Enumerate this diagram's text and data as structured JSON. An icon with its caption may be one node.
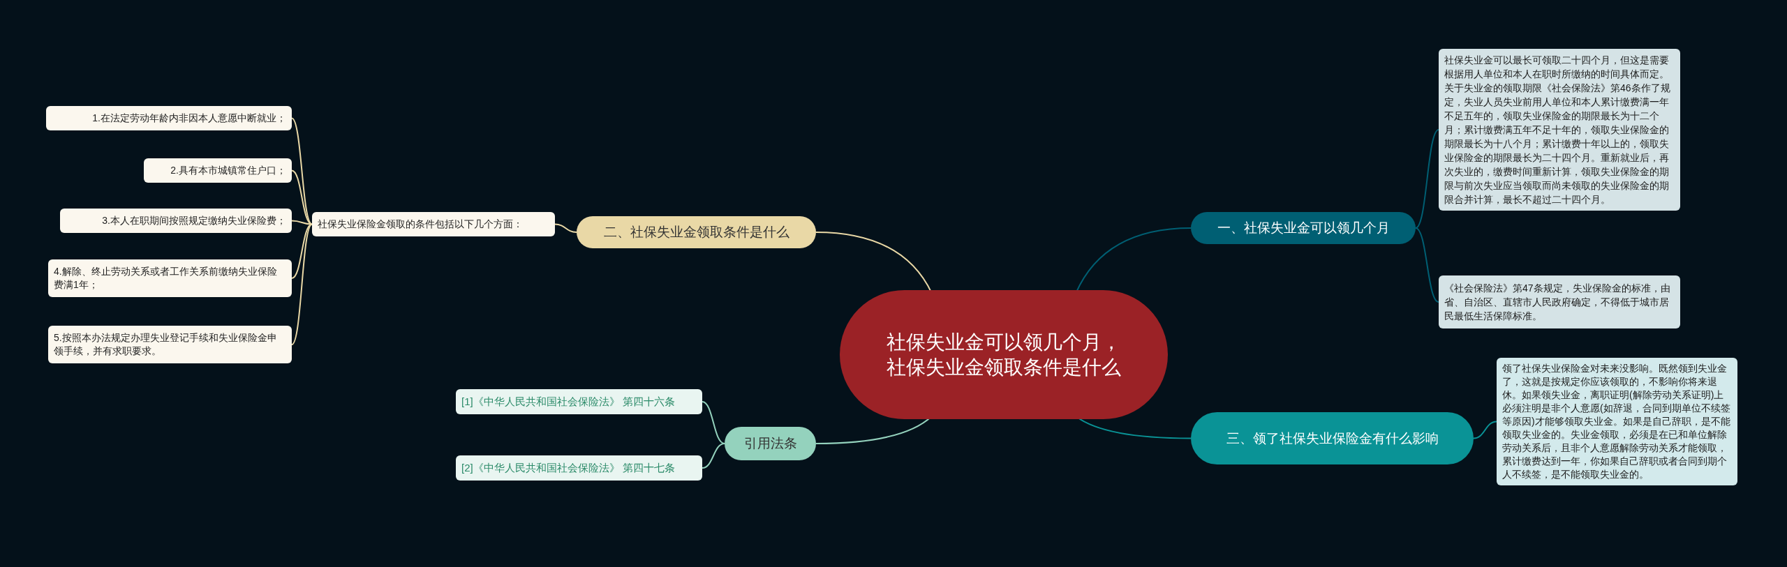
{
  "diagram": {
    "nodes": [
      {
        "text": [
          "社保失业金可以领几个月，社保失业金领取条件是什么"
        ]
      },
      {
        "text": [
          "一、社保失业金可以领几个月"
        ]
      },
      {
        "text": [
          "社保失业金可以最长可领取二十四个月，但这是需要根据用人单位和本人在职时所缴纳的时间具体而定。关于失业金的领取期限《社会保险法》第46条作了规定，失业人员失业前用人单位和本人累计缴费满一年不足五年的，领取失业保险金的期限最长为十二个月；累计缴费满五年不足十年的，领取失业保险金的期限最长为十八个月；累计缴费十年以上的，领取失业保险金的期限最长为二十四个月。重新就业后，再次失业的，缴费时间重新计算，领取失业保险金的期限与前次失业应当领取而尚未领取的失业保险金的期限合并计算，最长不超过二十四个月。"
        ]
      },
      {
        "text": [
          "《社会保险法》第47条规定，失业保险金的标准，由省、自治区、直辖市人民政府确定，不得低于城市居民最低生活保障标准。"
        ]
      },
      {
        "text": [
          "二、社保失业金领取条件是什么"
        ]
      },
      {
        "text": [
          "社保失业保险金领取的条件包括以下几个方面："
        ]
      },
      {
        "text": [
          "1.在法定劳动年龄内非因本人意愿中断就业；"
        ]
      },
      {
        "text": [
          "2.具有本市城镇常住户口；"
        ]
      },
      {
        "text": [
          "3.本人在职期间按照规定缴纳失业保险费；"
        ]
      },
      {
        "text": [
          "4.解除、终止劳动关系或者工作关系前缴纳失业保险费满1年；"
        ]
      },
      {
        "text": [
          "5.按照本办法规定办理失业登记手续和失业保险金申领手续，并有求职要求。"
        ]
      },
      {
        "text": [
          "三、领了社保失业保险金有什么影响"
        ]
      },
      {
        "text": [
          "领了社保失业保险金对未来没影响。既然领到失业金了，这就是按规定你应该领取的，不影响你将来退休。如果领失业金，离职证明(解除劳动关系证明)上必须注明是非个人意愿(如辞退，合同到期单位不续签等原因)才能够领取失业金。如果是自己辞职，是不能领取失业金的。失业金领取，必须是在已和单位解除劳动关系后，且非个人意愿解除劳动关系才能领取，累计缴费达到一年，你如果自己辞职或者合同到期个人不续签，是不能领取失业金的。"
        ]
      },
      {
        "text": [
          "引用法条"
        ]
      },
      {
        "text": [
          "[1]《中华人民共和国社会保险法》 第四十六条"
        ]
      },
      {
        "text": [
          "[2]《中华人民共和国社会保险法》 第四十七条"
        ]
      }
    ],
    "edges": [
      {
        "from": 0,
        "to": 1,
        "arrow": "none",
        "color": "#005f73"
      },
      {
        "from": 1,
        "to": 2,
        "arrow": "none",
        "color": "#005f73"
      },
      {
        "from": 1,
        "to": 3,
        "arrow": "none",
        "color": "#005f73"
      },
      {
        "from": 0,
        "to": 4,
        "arrow": "none",
        "color": "#e9d8a6"
      },
      {
        "from": 4,
        "to": 5,
        "arrow": "none",
        "color": "#e9d8a6"
      },
      {
        "from": 5,
        "to": 6,
        "arrow": "none",
        "color": "#e9d8a6"
      },
      {
        "from": 5,
        "to": 7,
        "arrow": "none",
        "color": "#e9d8a6"
      },
      {
        "from": 5,
        "to": 8,
        "arrow": "none",
        "color": "#e9d8a6"
      },
      {
        "from": 5,
        "to": 9,
        "arrow": "none",
        "color": "#e9d8a6"
      },
      {
        "from": 5,
        "to": 10,
        "arrow": "none",
        "color": "#e9d8a6"
      },
      {
        "from": 0,
        "to": 11,
        "arrow": "none",
        "color": "#0a9396"
      },
      {
        "from": 11,
        "to": 12,
        "arrow": "none",
        "color": "#0a9396"
      },
      {
        "from": 0,
        "to": 13,
        "arrow": "none",
        "color": "#94d2bd"
      },
      {
        "from": 13,
        "to": 14,
        "arrow": "none",
        "color": "#94d2bd"
      },
      {
        "from": 13,
        "to": 15,
        "arrow": "none",
        "color": "#94d2bd"
      }
    ]
  }
}
